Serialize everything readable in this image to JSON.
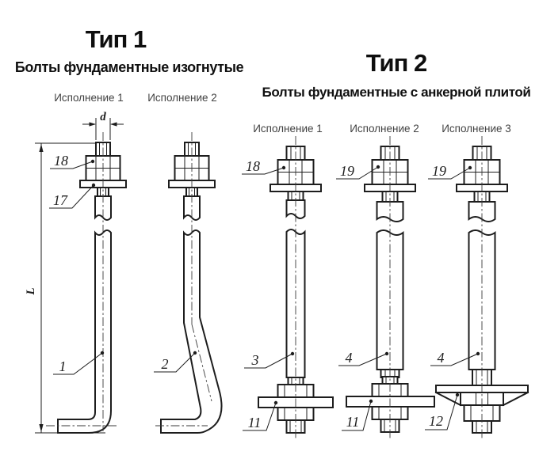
{
  "page": {
    "background": "#ffffff"
  },
  "type1": {
    "title": "Тип 1",
    "subtitle": "Болты фундаментные изогнутые",
    "executions": [
      "Исполнение 1",
      "Исполнение 2"
    ]
  },
  "type2": {
    "title": "Тип 2",
    "subtitle": "Болты фундаментные с анкерной плитой",
    "executions": [
      "Исполнение 1",
      "Исполнение 2",
      "Исполнение 3"
    ]
  },
  "dimensions": {
    "diameter_label": "d",
    "length_label": "L"
  },
  "part_labels": {
    "t1_nut": "18",
    "t1_washer": "17",
    "t1e1_shank": "1",
    "t1e2_shank": "2",
    "t2e1_nut": "18",
    "t2e1_shank": "3",
    "t2e1_plate": "11",
    "t2e2_nut": "19",
    "t2e2_shank": "4",
    "t2e2_plate": "11",
    "t2e3_nut": "19",
    "t2e3_shank": "4",
    "t2e3_plate": "12"
  },
  "colors": {
    "line": "#1d1d1d",
    "title_text": "#0e0e0e",
    "caption_text": "#424242"
  }
}
